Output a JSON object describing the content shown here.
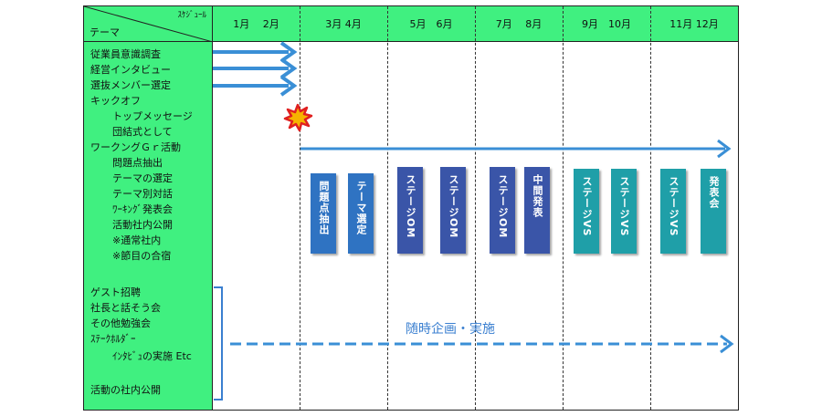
{
  "header": {
    "schedule_label": "ｽｹｼﾞｭｰﾙ",
    "theme_label": "テーマ"
  },
  "months": [
    "1月　 2月",
    "3月 4月",
    "5月　6月",
    "7月　 8月",
    "9月　10月",
    "11月 12月"
  ],
  "themes": [
    "従業員意識調査",
    "経営インタビュー",
    "選抜メンバー選定",
    "キックオフ",
    "トップメッセージ",
    "団結式として",
    "ワークングＧｒ活動",
    "問題点抽出",
    "テーマの選定",
    "テーマ別対話",
    "ﾜｰｷﾝｸﾞ発表会",
    "活動社内公開",
    "※通常社内",
    "※節目の合宿",
    "ゲスト招聘",
    "社長と話そう会",
    "その他勉強会",
    "ｽﾃｰｸﾎﾙﾀﾞｰ",
    "ｲﾝﾀﾋﾞｭの実施 Etc",
    "活動の社内公開"
  ],
  "activity_bars": [
    {
      "label": "問題点抽出",
      "color": "#2f73c2"
    },
    {
      "label": "テーマ選定",
      "color": "#2f73c2"
    },
    {
      "label": "ステージOM",
      "color": "#3a55a8"
    },
    {
      "label": "ステージOM",
      "color": "#3a55a8"
    },
    {
      "label": "ステージOM",
      "color": "#3a55a8"
    },
    {
      "label": "中間発表",
      "color": "#3a55a8"
    },
    {
      "label": "ステージVS",
      "color": "#1f9fa8"
    },
    {
      "label": "ステージVS",
      "color": "#1f9fa8"
    },
    {
      "label": "ステージVS",
      "color": "#1f9fa8"
    },
    {
      "label": "発表会",
      "color": "#1f9fa8"
    }
  ],
  "adhoc_label": "随時企画・実施",
  "colors": {
    "header_bg": "#40f080",
    "arrow_blue": "#3a8fd6"
  }
}
